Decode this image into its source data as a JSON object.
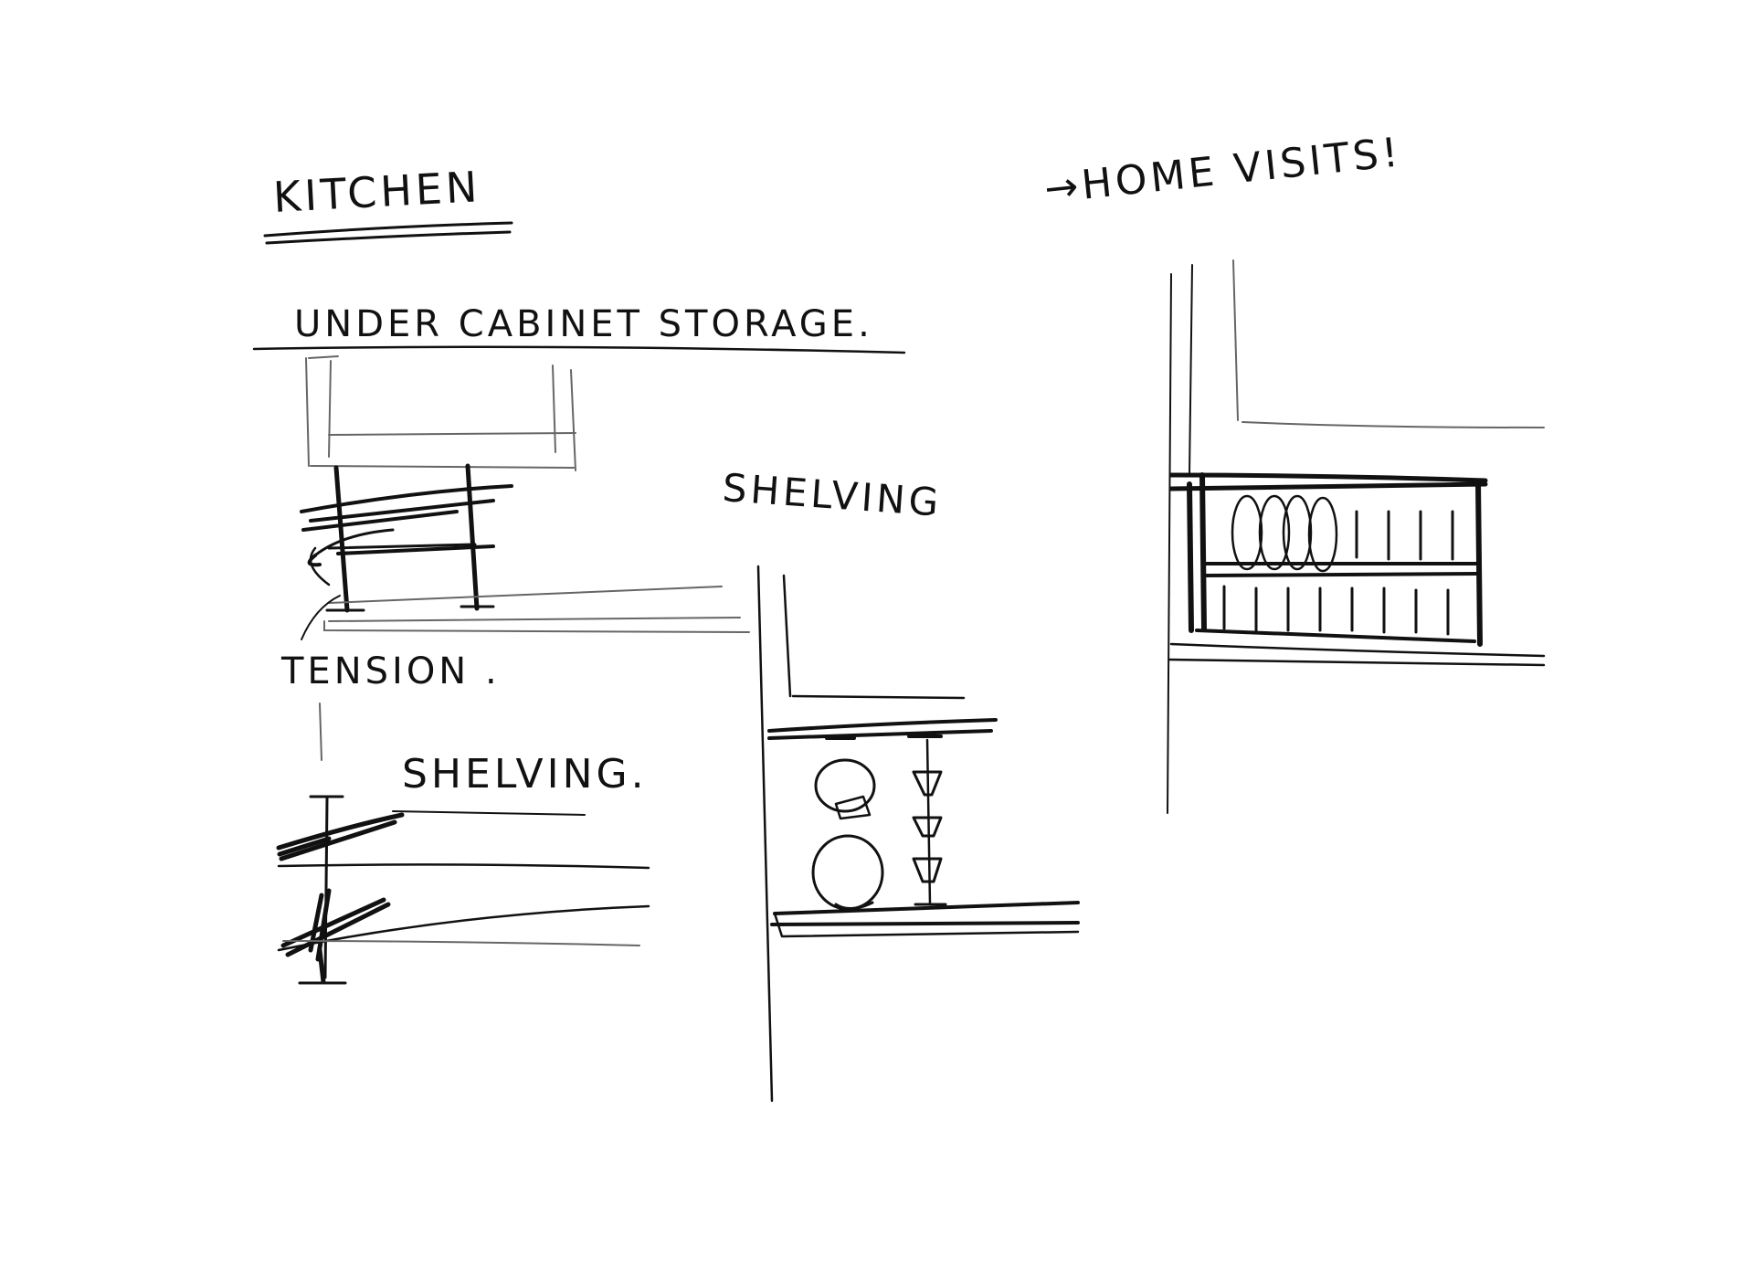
{
  "labels": {
    "kitchen": "KITCHEN",
    "home_visits": "→HOME VISITS!",
    "under_cabinet_storage": "UNDER CABINET STORAGE.",
    "shelving_center": "SHELVING",
    "tension": "TENSION .",
    "shelving_left": "SHELVING."
  }
}
